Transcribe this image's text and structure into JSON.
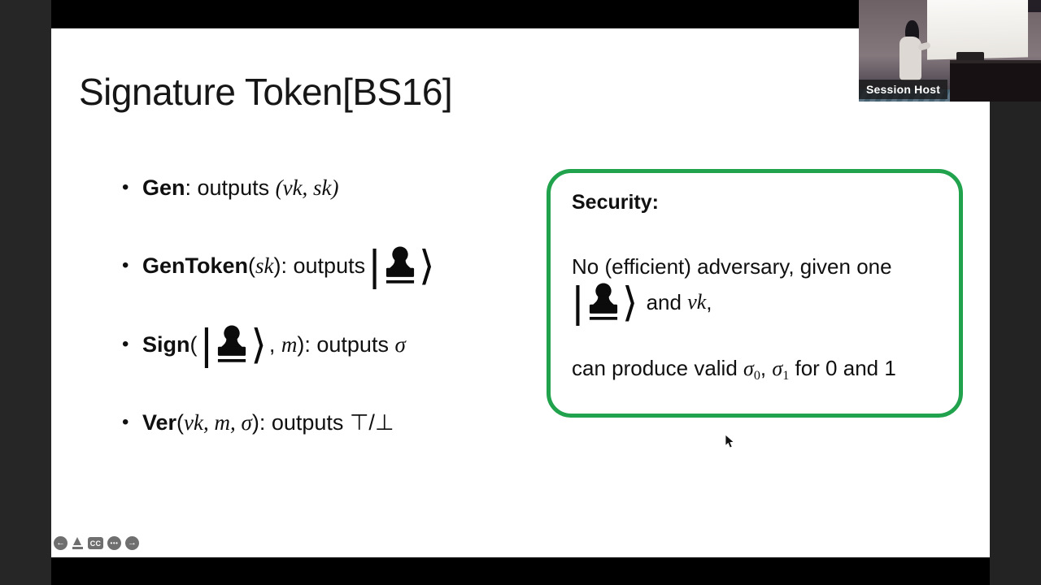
{
  "slide": {
    "title": "Signature Token[BS16]",
    "bullet_glyph": "•",
    "bullets": [
      {
        "segments": [
          {
            "t": "Gen",
            "style": "bold"
          },
          {
            "t": ": outputs ",
            "style": "plain"
          },
          {
            "t": "(vk, sk)",
            "style": "math"
          }
        ]
      },
      {
        "segments": [
          {
            "t": "GenToken",
            "style": "bold"
          },
          {
            "t": "(",
            "style": "plain"
          },
          {
            "t": "sk",
            "style": "math"
          },
          {
            "t": "): outputs",
            "style": "plain"
          },
          {
            "icon": "stamp-ket"
          }
        ]
      },
      {
        "segments": [
          {
            "t": "Sign",
            "style": "bold"
          },
          {
            "t": "(",
            "style": "plain"
          },
          {
            "icon": "stamp-ket"
          },
          {
            "t": ", ",
            "style": "plain"
          },
          {
            "t": "m",
            "style": "math"
          },
          {
            "t": "): outputs ",
            "style": "plain"
          },
          {
            "t": "σ",
            "style": "math"
          }
        ]
      },
      {
        "segments": [
          {
            "t": "Ver",
            "style": "bold"
          },
          {
            "t": "(",
            "style": "plain"
          },
          {
            "t": "vk, m, σ",
            "style": "math"
          },
          {
            "t": "): outputs ⊤/⊥",
            "style": "plain"
          }
        ]
      }
    ],
    "security_box": {
      "heading": [
        {
          "t": "Security:",
          "style": "bold"
        }
      ],
      "line1": [
        {
          "t": "No (efficient) adversary, given one",
          "style": "plain"
        }
      ],
      "line2": [
        {
          "icon": "stamp-ket"
        },
        {
          "t": " and ",
          "style": "plain"
        },
        {
          "t": "vk",
          "style": "math"
        },
        {
          "t": ",",
          "style": "plain"
        }
      ],
      "line3": [
        {
          "t": "can produce valid ",
          "style": "plain"
        },
        {
          "t": "σ",
          "style": "math"
        },
        {
          "t": "0",
          "style": "sub"
        },
        {
          "t": ", ",
          "style": "plain"
        },
        {
          "t": "σ",
          "style": "math"
        },
        {
          "t": "1",
          "style": "sub"
        },
        {
          "t": " for 0 and 1",
          "style": "plain"
        }
      ]
    }
  },
  "video": {
    "participant_label": "Session Host"
  },
  "toolbar": {
    "prev_glyph": "←",
    "next_glyph": "→",
    "more_glyph": "•••",
    "captions_label": "CC"
  },
  "colors": {
    "accent_green": "#21a24d",
    "slide_background": "#ffffff",
    "frame_black": "#000000",
    "side_strip_gray": "#262626",
    "toolbar_gray": "#6f6f6f"
  }
}
